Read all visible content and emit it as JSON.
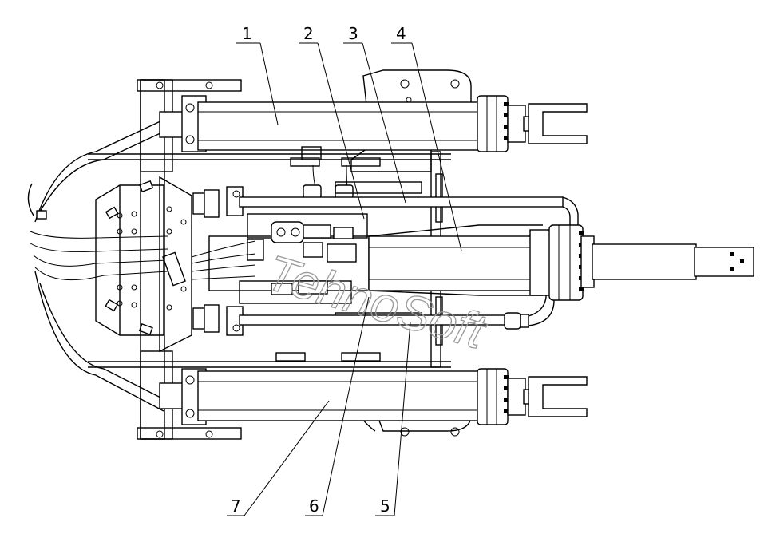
{
  "callouts": [
    {
      "number": "1"
    },
    {
      "number": "2"
    },
    {
      "number": "3"
    },
    {
      "number": "4"
    },
    {
      "number": "5"
    },
    {
      "number": "6"
    },
    {
      "number": "7"
    }
  ],
  "watermark": "TehnoSoft",
  "colors": {
    "line": "#000000",
    "background": "#ffffff",
    "watermark": "#9a9a9a"
  }
}
